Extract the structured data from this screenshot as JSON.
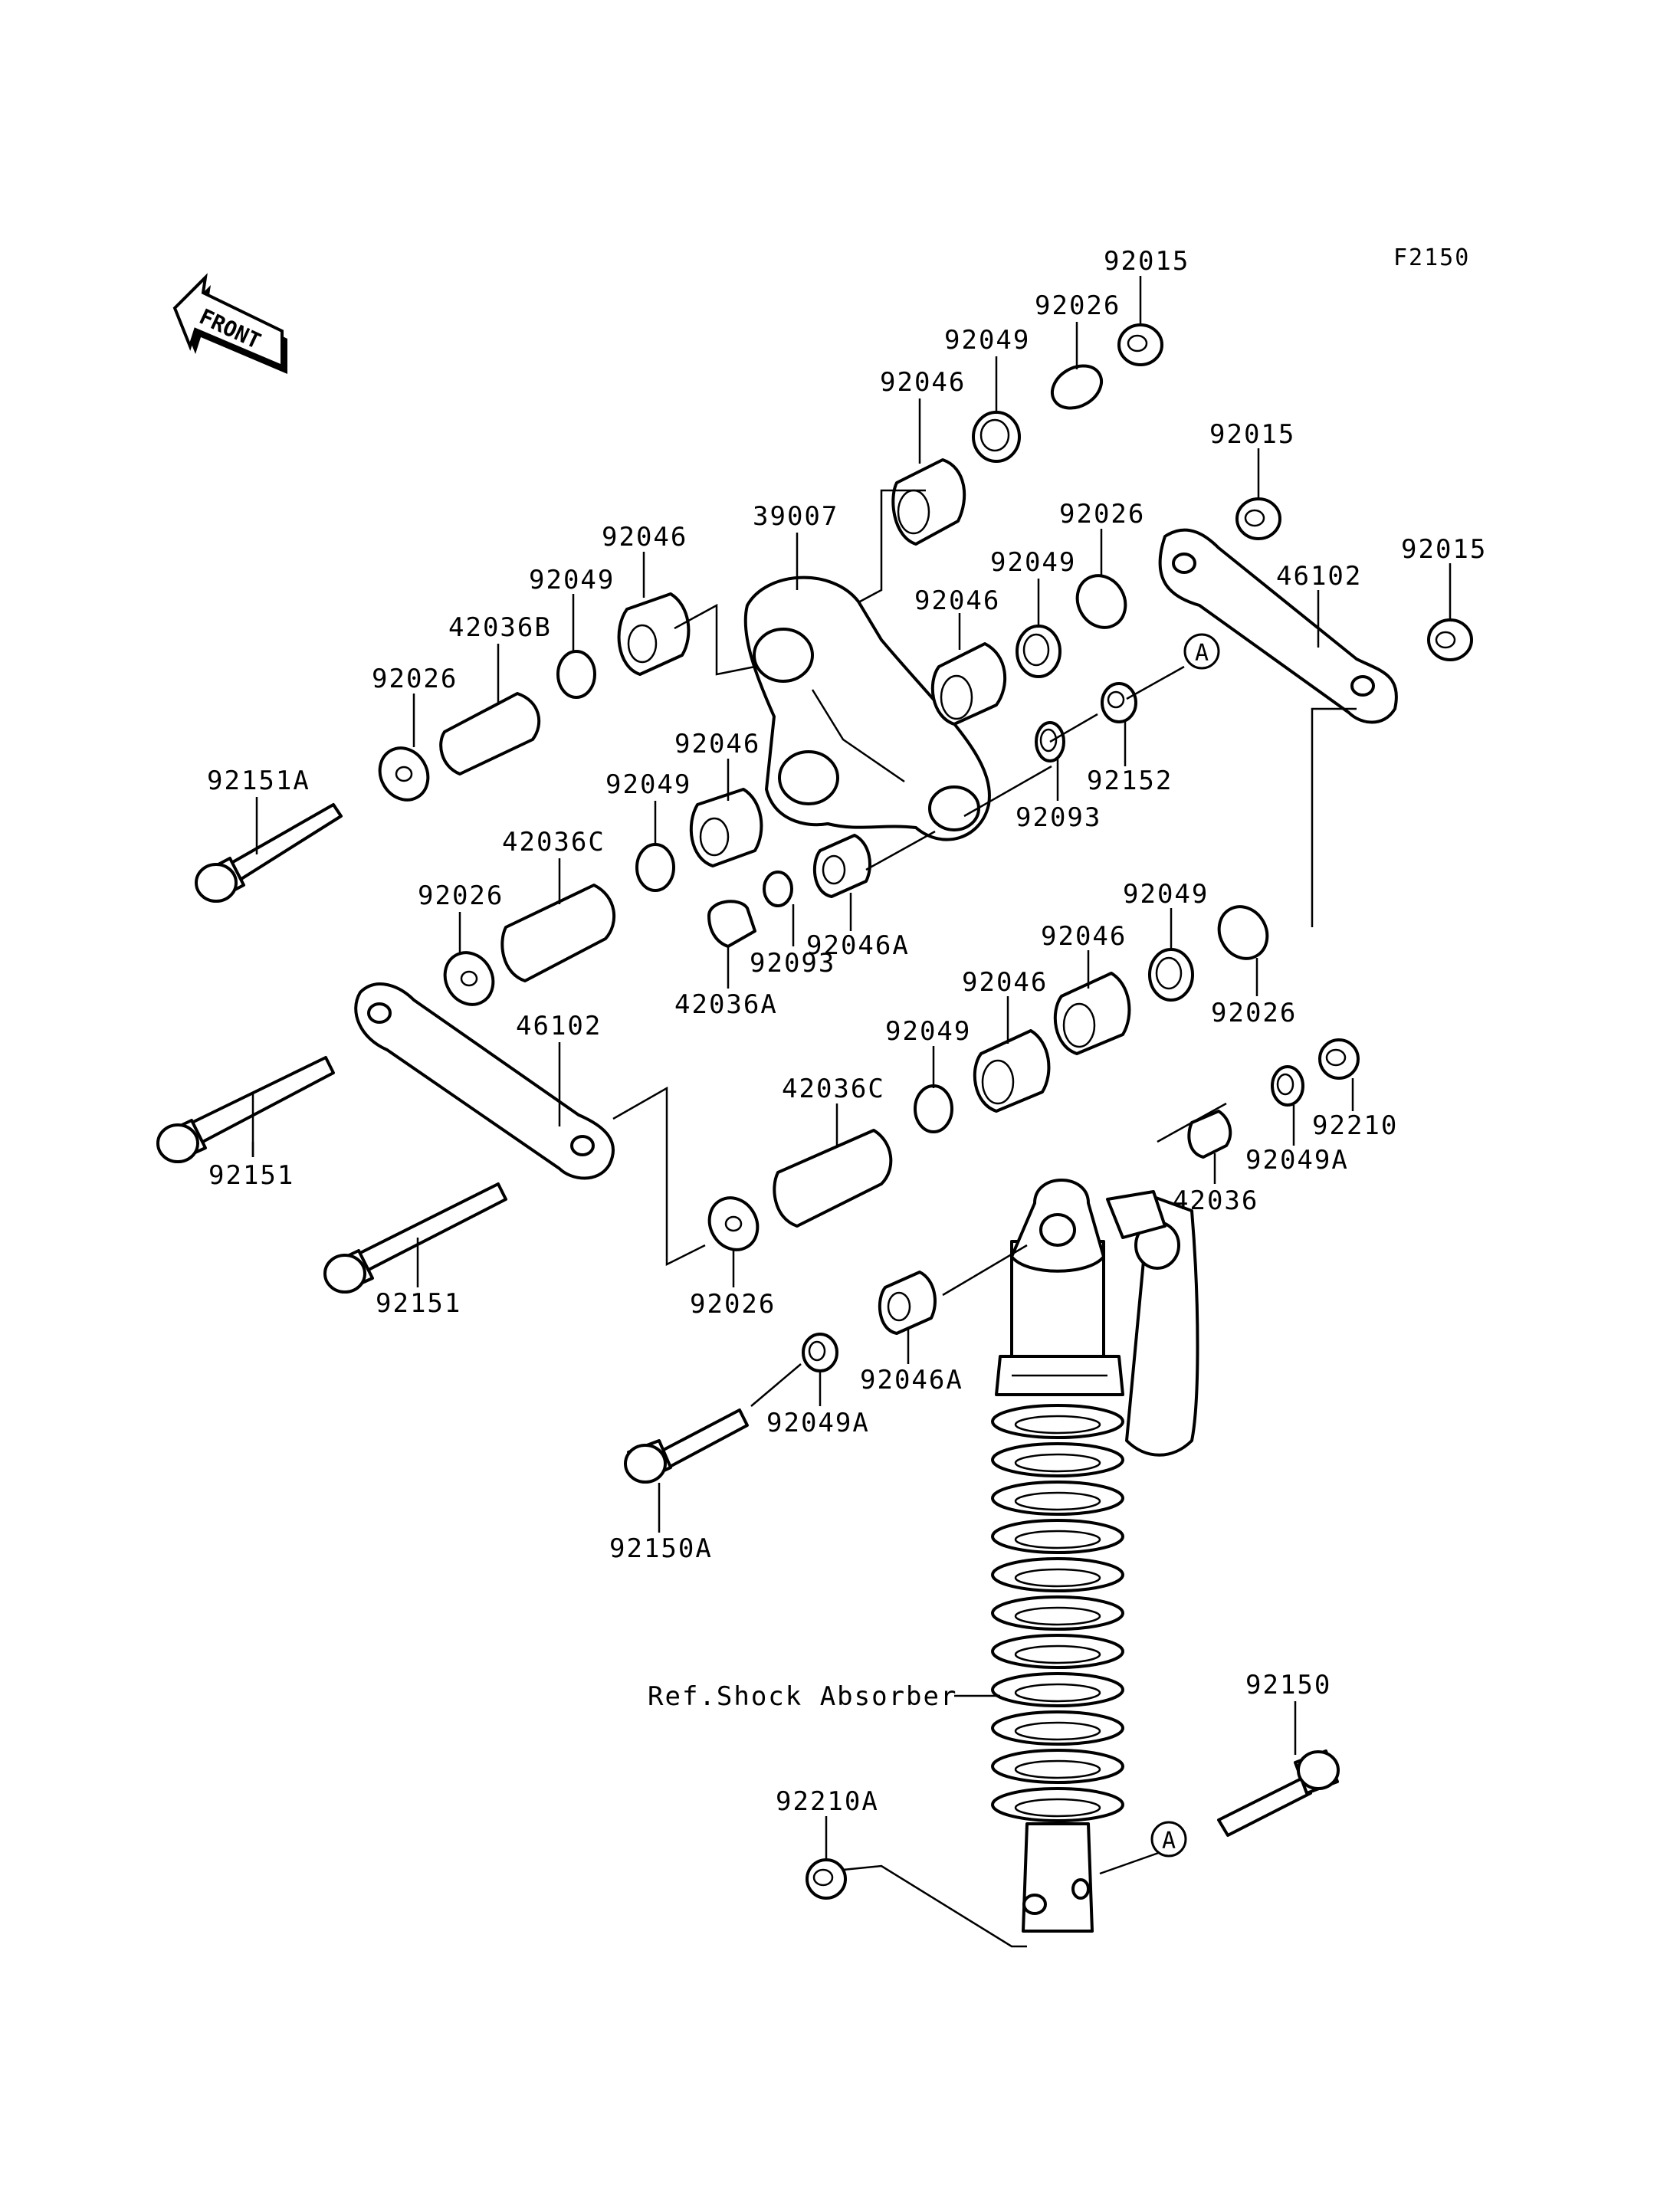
{
  "figure_code": "F2150",
  "front_label": "FRONT",
  "ref_marker": "A",
  "reference_label": "Ref.Shock Absorber",
  "part_labels": {
    "p_92015_top": "92015",
    "p_92026_top": "92026",
    "p_92049_top": "92049",
    "p_92046_top": "92046",
    "p_39007": "39007",
    "p_92046_a": "92046",
    "p_92049_a": "92049",
    "p_42036B": "42036B",
    "p_92026_a": "92026",
    "p_92151A": "92151A",
    "p_92015_mid": "92015",
    "p_92026_mid": "92026",
    "p_92049_mid": "92049",
    "p_92046_mid": "92046",
    "p_46102_right": "46102",
    "p_92015_right": "92015",
    "p_92152": "92152",
    "p_92093_a": "92093",
    "p_92046_b": "92046",
    "p_92049_b": "92049",
    "p_42036C_a": "42036C",
    "p_92026_b": "92026",
    "p_92093_b": "92093",
    "p_92046A_a": "92046A",
    "p_42036A": "42036A",
    "p_92049_c": "92049",
    "p_92046_c": "92046",
    "p_92046_d": "92046",
    "p_92026_c": "92026",
    "p_46102_left": "46102",
    "p_92049_d": "92049",
    "p_42036C_b": "42036C",
    "p_92210": "92210",
    "p_92049A_a": "92049A",
    "p_42036": "42036",
    "p_92151_a": "92151",
    "p_92151_b": "92151",
    "p_92026_d": "92026",
    "p_92046A_b": "92046A",
    "p_92049A_b": "92049A",
    "p_92150A": "92150A",
    "p_92150": "92150",
    "p_92210A": "92210A"
  }
}
